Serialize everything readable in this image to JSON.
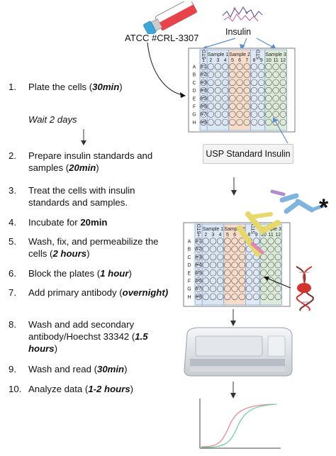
{
  "labels": {
    "atcc": "ATCC #CRL-3307",
    "insulin": "Insulin",
    "usp_badge": "USP Standard Insulin",
    "wait": "Wait 2 days"
  },
  "plate": {
    "std": "STD",
    "sample1": "Sample 1",
    "sample2": "Sample 2",
    "sample3": "Sample 3",
    "rows": [
      "A",
      "B",
      "C",
      "D",
      "E",
      "F",
      "G",
      "H"
    ],
    "std_wells": [
      "#1",
      "#2",
      "#3",
      "#4",
      "#5",
      "#6",
      "#7",
      "#8"
    ],
    "col_numbers": [
      "1",
      "2",
      "3",
      "4",
      "5",
      "6",
      "7",
      "8",
      "9",
      "10",
      "11",
      "12"
    ]
  },
  "steps": [
    {
      "num": "1.",
      "parts": [
        {
          "t": "Plate the cells ("
        },
        {
          "t": "30min",
          "b": true,
          "i": true
        },
        {
          "t": ")"
        }
      ]
    },
    {
      "num": "2.",
      "parts": [
        {
          "t": "Prepare insulin standards and samples ("
        },
        {
          "t": "20min",
          "b": true,
          "i": true
        },
        {
          "t": ")"
        }
      ]
    },
    {
      "num": "3.",
      "parts": [
        {
          "t": "Treat the cells with insulin standards and samples."
        }
      ]
    },
    {
      "num": "4.",
      "parts": [
        {
          "t": "Incubate for "
        },
        {
          "t": "20min",
          "b": true
        }
      ]
    },
    {
      "num": "5.",
      "parts": [
        {
          "t": "Wash, fix, and permeabilize  the cells ("
        },
        {
          "t": "2 hours",
          "b": true,
          "i": true
        },
        {
          "t": ")"
        }
      ]
    },
    {
      "num": "6.",
      "parts": [
        {
          "t": "Block the plates ("
        },
        {
          "t": "1 hour",
          "b": true,
          "i": true
        },
        {
          "t": ")"
        }
      ]
    },
    {
      "num": "7.",
      "parts": [
        {
          "t": "Add primary antibody ("
        },
        {
          "t": "overnight)",
          "b": true,
          "i": true
        }
      ]
    },
    {
      "num": "8.",
      "parts": [
        {
          "t": "Wash and add secondary antibody/Hoechst 33342 ("
        },
        {
          "t": "1.5 hours",
          "b": true,
          "i": true
        },
        {
          "t": ")"
        }
      ]
    },
    {
      "num": "9.",
      "parts": [
        {
          "t": "Wash and read ("
        },
        {
          "t": "30min",
          "b": true,
          "i": true
        },
        {
          "t": ")"
        }
      ]
    },
    {
      "num": "10.",
      "parts": [
        {
          "t": "Analyze data ("
        },
        {
          "t": "1-2 hours",
          "b": true,
          "i": true
        },
        {
          "t": ")"
        }
      ]
    }
  ],
  "colors": {
    "std_col": "#dfe8f5",
    "sample1_col": "#dbe6f3",
    "sample2_col": "#f7dcc9",
    "sample3_col": "#dcebd7",
    "flask_media": "#e8434a",
    "flask_cap": "#3aa7d9",
    "antibody_primary": "#e6d86a",
    "antibody_secondary": "#7fb3e0",
    "dna_red": "#d4322c",
    "curve_red": "#f08a8a",
    "curve_green": "#6fd0a8",
    "arrow_blue": "#5b8fcf"
  }
}
